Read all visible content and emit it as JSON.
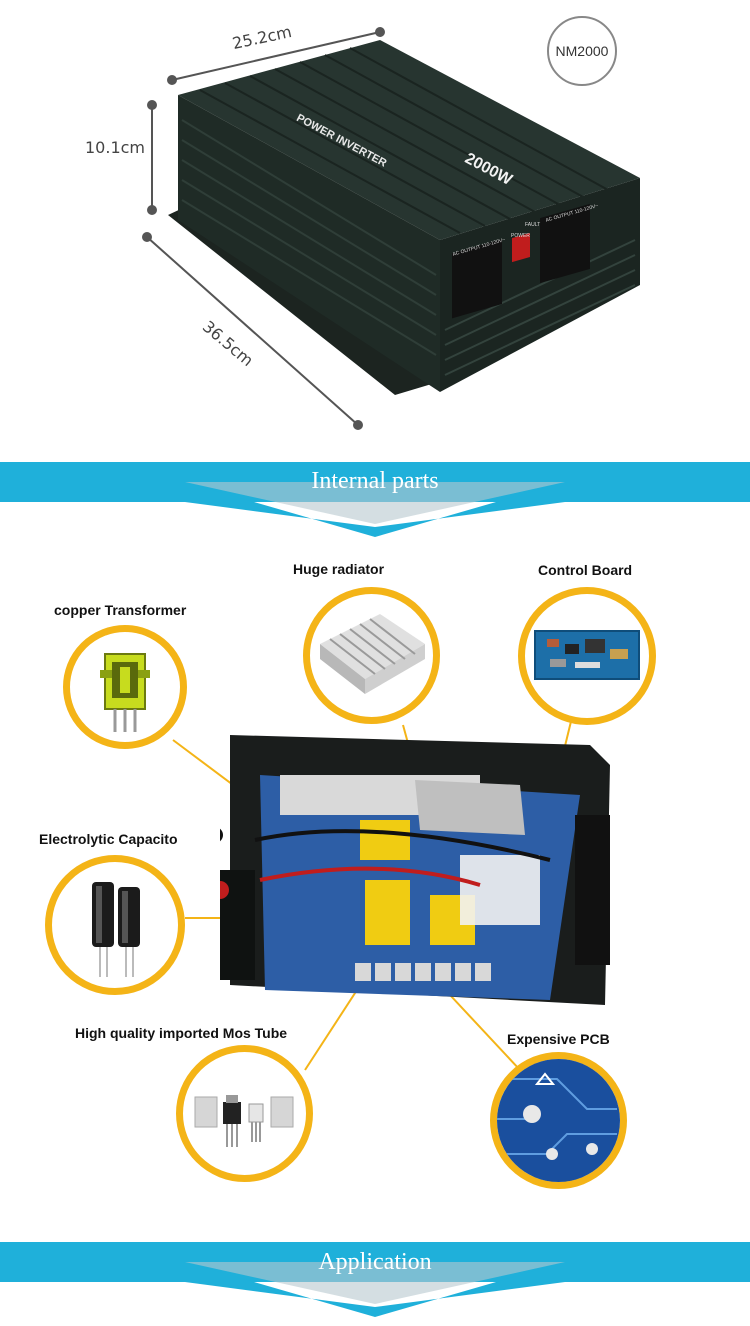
{
  "top": {
    "width_label": "25.2cm",
    "height_label": "10.1cm",
    "depth_label": "36.5cm",
    "model": "NM2000",
    "product": {
      "brand_line": "POWER INVERTER",
      "power_rating": "2000W",
      "outlet_label_left": "AC OUTPUT 110-120V~",
      "outlet_label_right": "AC OUTPUT 110-120V~",
      "switch_label": "POWER",
      "fault_label": "FAULT"
    }
  },
  "sections": {
    "internal_parts": "Internal parts",
    "application": "Application"
  },
  "parts": {
    "huge_radiator": "Huge radiator",
    "control_board": "Control Board",
    "copper_transformer": "copper  Transformer",
    "electrolytic_capacitor": "Electrolytic Capacito",
    "mos_tube": "High quality imported Mos Tube",
    "expensive_pcb": "Expensive PCB"
  },
  "colors": {
    "accent_banner": "#1fb0da",
    "bubble_ring": "#f4b417"
  }
}
